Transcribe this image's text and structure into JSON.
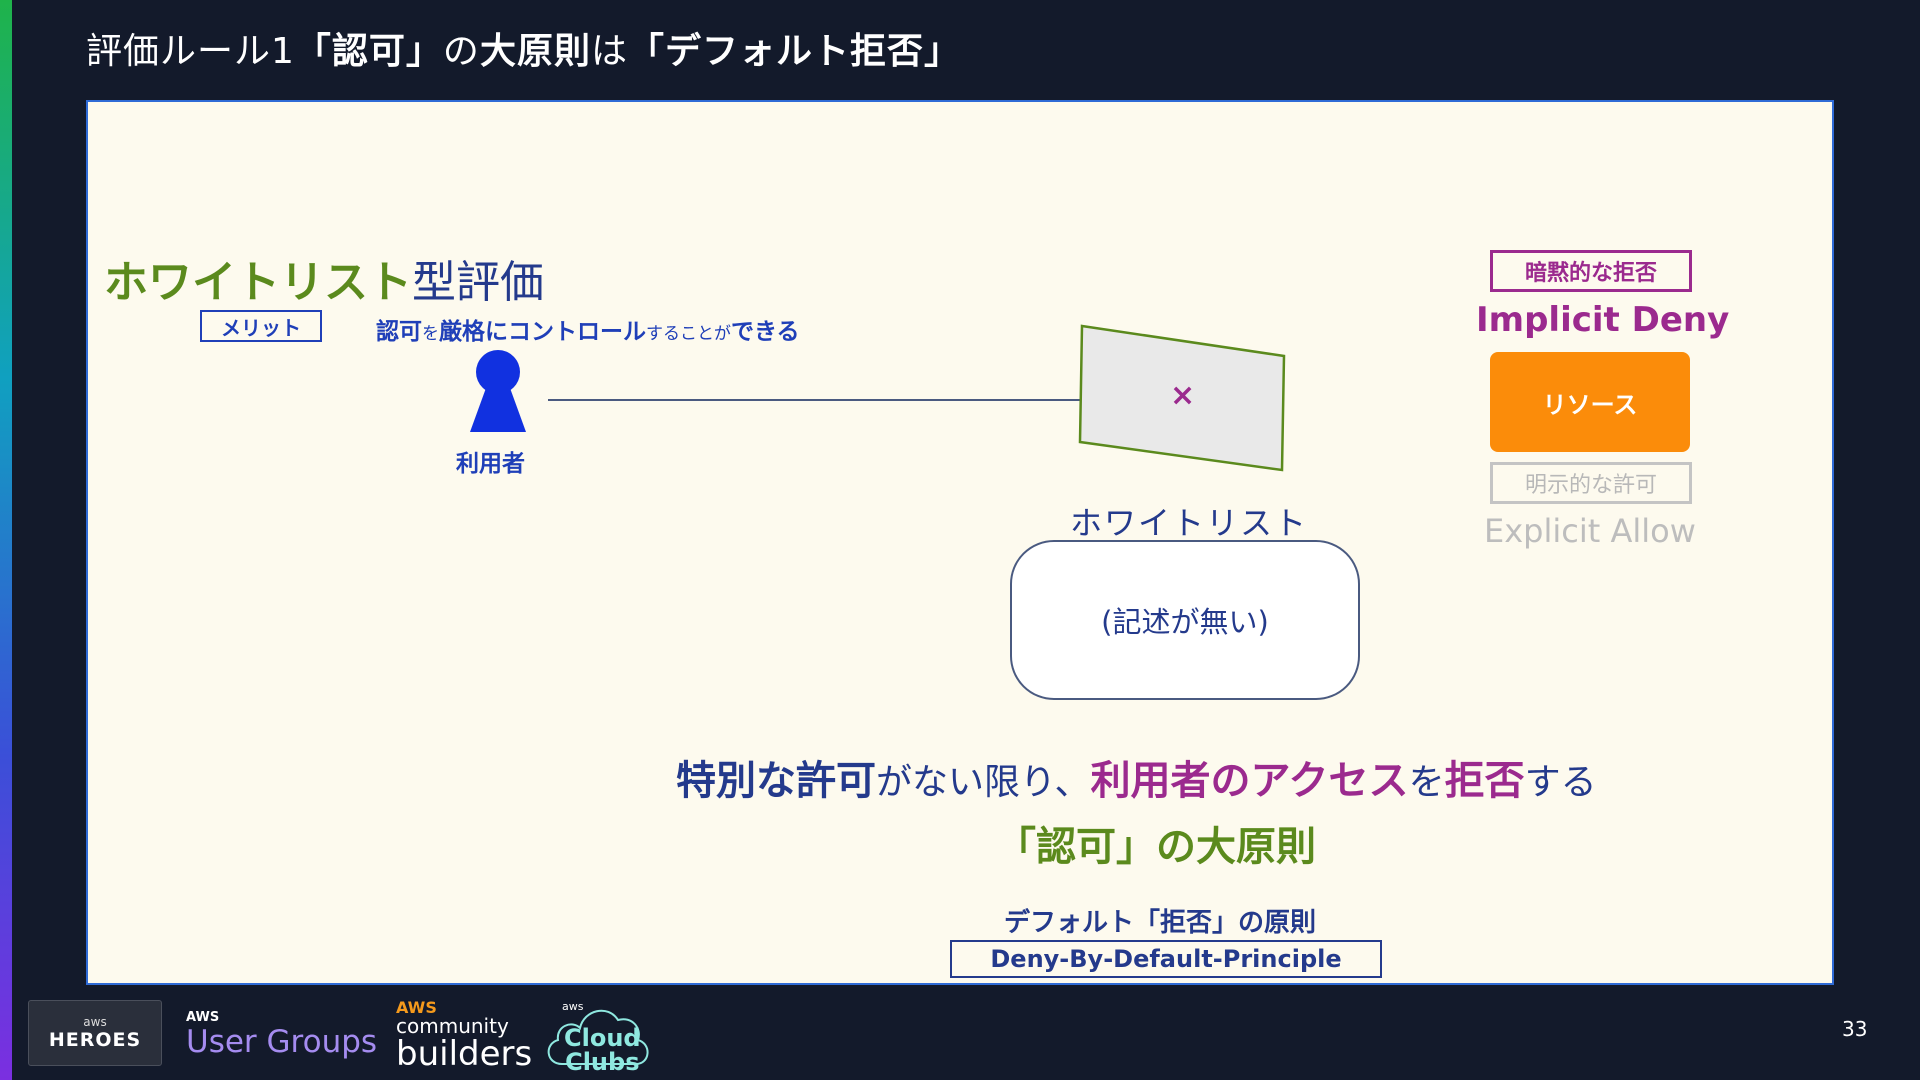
{
  "title": {
    "p1": "評価ルール1",
    "p2": "「認可」",
    "p3": "の",
    "p4": "大原則",
    "p5": "は",
    "p6": "「デフォルト拒否」"
  },
  "whitelist_heading": {
    "green": "ホワイトリスト",
    "rest": "型評価"
  },
  "merit": {
    "badge": "メリット",
    "t1": "認可",
    "t2": "を",
    "t3": "厳格にコントロール",
    "t4": "することが",
    "t5": "できる"
  },
  "user_label": "利用者",
  "x_mark": "×",
  "whitelist": {
    "label": "ホワイトリスト",
    "content": "(記述が無い)"
  },
  "implicit": {
    "badge": "暗黙的な拒否",
    "text": "Implicit Deny"
  },
  "resource_label": "リソース",
  "explicit": {
    "badge": "明示的な許可",
    "text": "Explicit Allow"
  },
  "main_line": {
    "s1": "特別な許可",
    "s2": "がない限り、",
    "s3": "利用者のアクセス",
    "s4": "を",
    "s5": "拒否",
    "s6": "する"
  },
  "principle_line": "「認可」の大原則",
  "default_deny": {
    "jp": "デフォルト「拒否」の原則",
    "en": "Deny-By-Default-Principle"
  },
  "footer": {
    "heroes_aws": "aws",
    "heroes": "HEROES",
    "usergroups_aws": "AWS",
    "usergroups": "User Groups",
    "builders_aws": "AWS",
    "builders_community": "community",
    "builders": "builders",
    "cloudclubs_aws": "aws",
    "cloudclubs_1": "Cloud",
    "cloudclubs_2": "Clubs"
  },
  "page_number": "33",
  "colors": {
    "background": "#131a2b",
    "panel": "#fdfaee",
    "green": "#5b8a1d",
    "navy": "#243a8c",
    "blue": "#1f3fb8",
    "purple": "#9b2a8e",
    "orange": "#fb8c0a"
  }
}
